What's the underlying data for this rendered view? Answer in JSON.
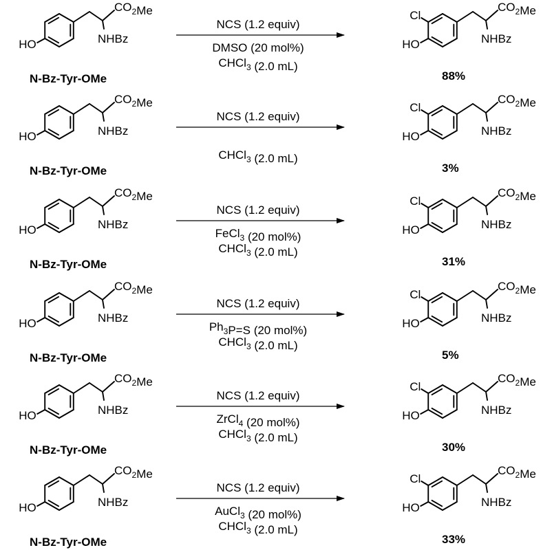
{
  "scheme": {
    "rows": [
      {
        "sm": {
          "ester": "CO2Me",
          "amide": "NHBz",
          "hydroxy": "HO",
          "name": "N-Bz-Tyr-OMe"
        },
        "conditions": [
          "NCS (1.2 equiv)",
          "DMSO (20 mol%)",
          "CHCl3 (2.0 mL)"
        ],
        "product": {
          "halogen": "Cl",
          "ester": "CO2Me",
          "amide": "NHBz",
          "hydroxy": "HO"
        },
        "yield": "88%"
      },
      {
        "sm": {
          "ester": "CO2Me",
          "amide": "NHBz",
          "hydroxy": "HO",
          "name": "N-Bz-Tyr-OMe"
        },
        "conditions": [
          "NCS (1.2 equiv)",
          "",
          "CHCl3 (2.0 mL)"
        ],
        "product": {
          "halogen": "Cl",
          "ester": "CO2Me",
          "amide": "NHBz",
          "hydroxy": "HO"
        },
        "yield": "3%"
      },
      {
        "sm": {
          "ester": "CO2Me",
          "amide": "NHBz",
          "hydroxy": "HO",
          "name": "N-Bz-Tyr-OMe"
        },
        "conditions": [
          "NCS (1.2 equiv)",
          "FeCl3 (20 mol%)",
          "CHCl3 (2.0 mL)"
        ],
        "product": {
          "halogen": "Cl",
          "ester": "CO2Me",
          "amide": "NHBz",
          "hydroxy": "HO"
        },
        "yield": "31%"
      },
      {
        "sm": {
          "ester": "CO2Me",
          "amide": "NHBz",
          "hydroxy": "HO",
          "name": "N-Bz-Tyr-OMe"
        },
        "conditions": [
          "NCS (1.2 equiv)",
          "Ph3P=S (20 mol%)",
          "CHCl3 (2.0 mL)"
        ],
        "product": {
          "halogen": "Cl",
          "ester": "CO2Me",
          "amide": "NHBz",
          "hydroxy": "HO"
        },
        "yield": "5%"
      },
      {
        "sm": {
          "ester": "CO2Me",
          "amide": "NHBz",
          "hydroxy": "HO",
          "name": "N-Bz-Tyr-OMe"
        },
        "conditions": [
          "NCS (1.2 equiv)",
          "ZrCl4 (20 mol%)",
          "CHCl3 (2.0 mL)"
        ],
        "product": {
          "halogen": "Cl",
          "ester": "CO2Me",
          "amide": "NHBz",
          "hydroxy": "HO"
        },
        "yield": "30%"
      },
      {
        "sm": {
          "ester": "CO2Me",
          "amide": "NHBz",
          "hydroxy": "HO",
          "name": "N-Bz-Tyr-OMe"
        },
        "conditions": [
          "NCS (1.2 equiv)",
          "AuCl3 (20 mol%)",
          "CHCl3 (2.0 mL)"
        ],
        "product": {
          "halogen": "Cl",
          "ester": "CO2Me",
          "amide": "NHBz",
          "hydroxy": "HO"
        },
        "yield": "33%"
      }
    ]
  }
}
